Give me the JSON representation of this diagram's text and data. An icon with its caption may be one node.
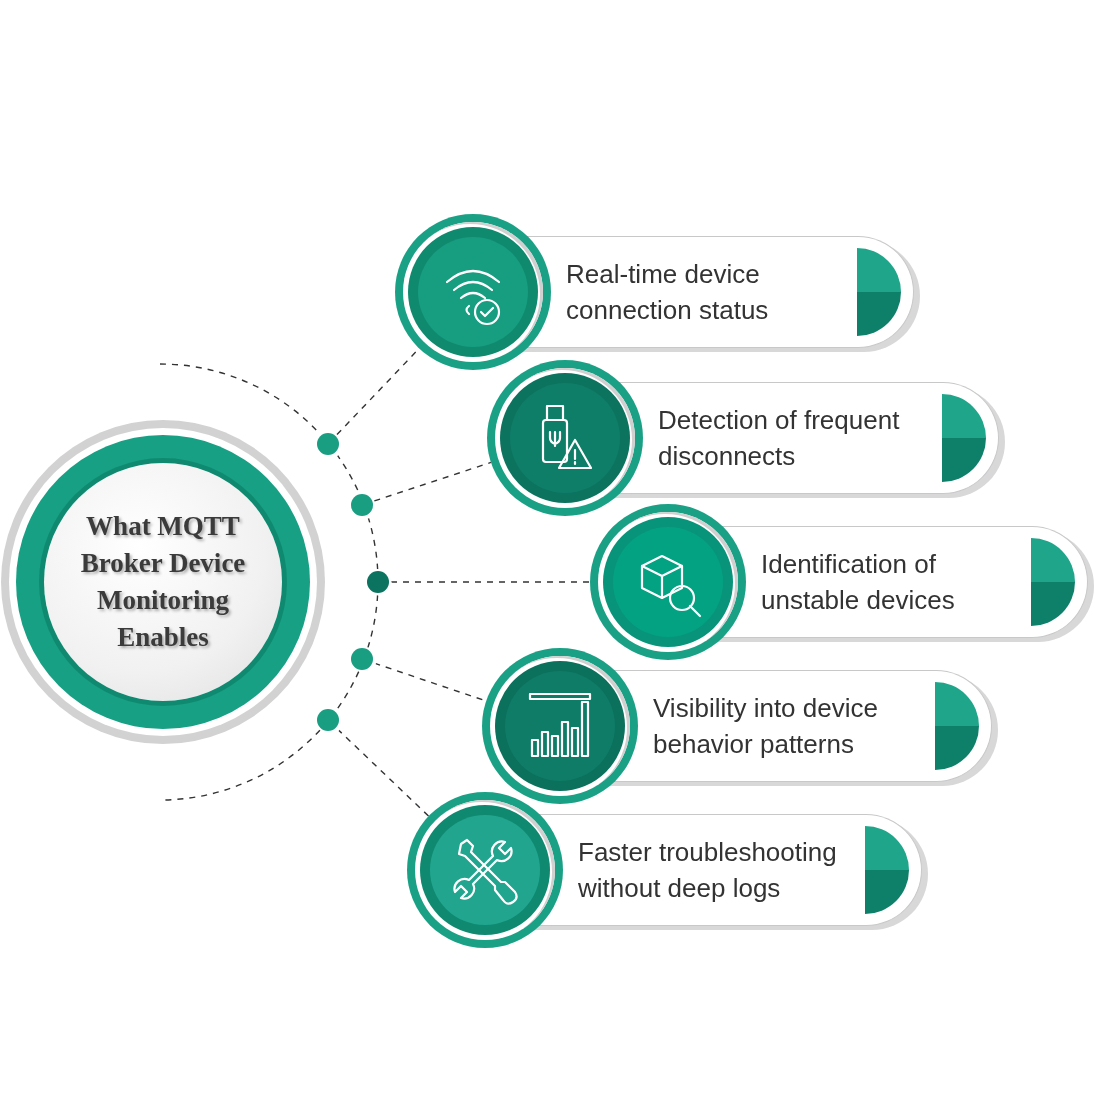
{
  "diagram": {
    "nodes": [
      {
        "text": [
          "What MQTT Broker Device Monitoring Enables"
        ]
      },
      {
        "text": [
          "Real-time device connection status"
        ]
      },
      {
        "text": [
          "Detection of frequent disconnects"
        ]
      },
      {
        "text": [
          "Identification of unstable devices"
        ]
      },
      {
        "text": [
          "Visibility into device behavior patterns"
        ]
      },
      {
        "text": [
          "Faster troubleshooting without deep logs"
        ]
      },
      {
        "text": [],
        "shape": "circle"
      },
      {
        "text": [],
        "shape": "circle"
      },
      {
        "text": [],
        "shape": "circle"
      },
      {
        "text": [],
        "shape": "circle"
      },
      {
        "text": [],
        "shape": "circle"
      }
    ],
    "edges": [
      {
        "from": null,
        "to": 6,
        "arrow": "none",
        "style": "dashed"
      },
      {
        "from": 6,
        "to": 7,
        "arrow": "none",
        "style": "dashed"
      },
      {
        "from": 7,
        "to": 8,
        "arrow": "none",
        "style": "dashed"
      },
      {
        "from": 8,
        "to": 9,
        "arrow": "none",
        "style": "dashed"
      },
      {
        "from": 9,
        "to": 10,
        "arrow": "none",
        "style": "dashed"
      },
      {
        "from": 10,
        "to": null,
        "arrow": "none",
        "style": "dashed"
      },
      {
        "from": 6,
        "to": 1,
        "arrow": "none",
        "style": "dashed"
      },
      {
        "from": 7,
        "to": 2,
        "arrow": "none",
        "style": "dashed"
      },
      {
        "from": 8,
        "to": 3,
        "arrow": "none",
        "style": "dashed"
      },
      {
        "from": 9,
        "to": 4,
        "arrow": "none",
        "style": "dashed"
      },
      {
        "from": 10,
        "to": 5,
        "arrow": "none",
        "style": "dashed"
      }
    ]
  }
}
